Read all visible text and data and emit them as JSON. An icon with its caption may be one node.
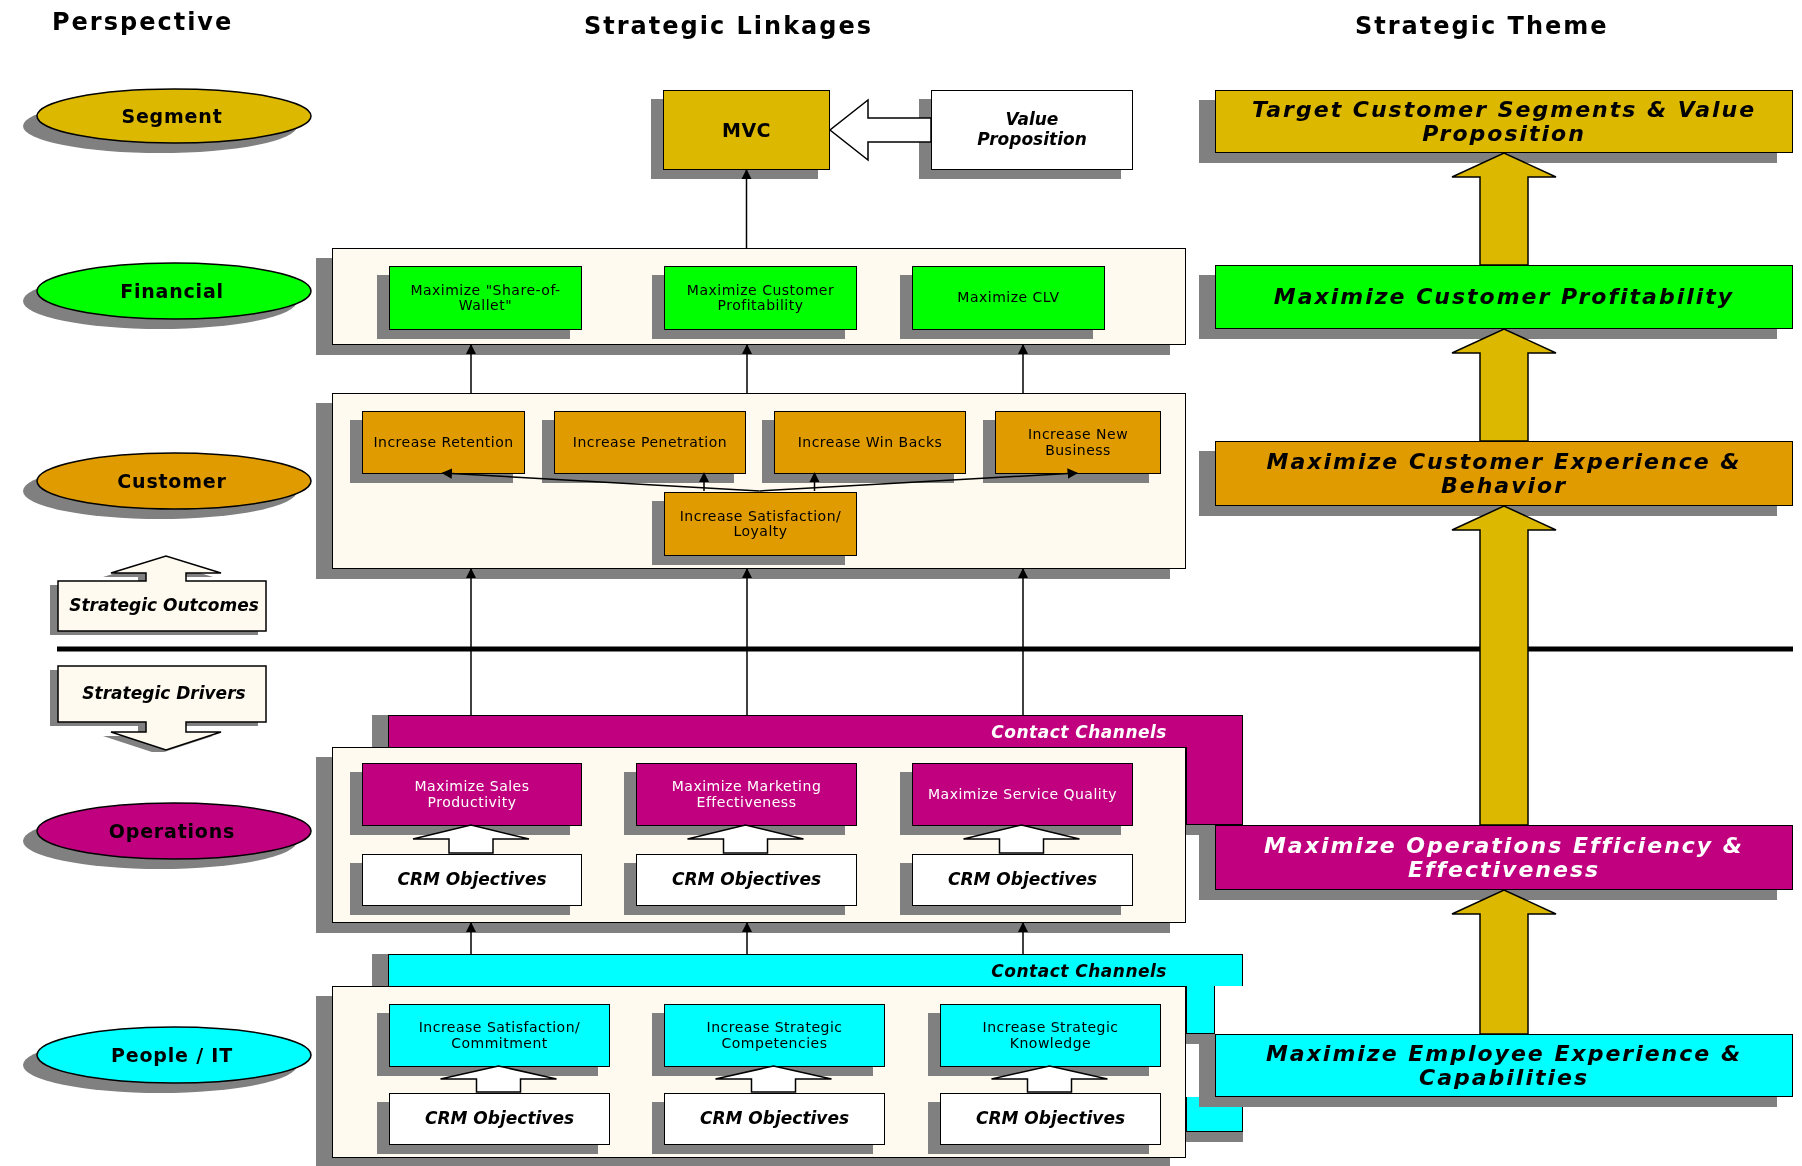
{
  "diagram": {
    "nodes": [
      {
        "text": [
          "Segment"
        ]
      },
      {
        "text": [
          "MVC"
        ]
      },
      {
        "text": [
          "Value Proposition"
        ]
      },
      {
        "text": [
          "Target Customer Segments & Value Proposition"
        ]
      },
      {
        "text": [
          "Financial"
        ]
      },
      {
        "text": [],
        "shape": "box"
      },
      {
        "text": [
          "Maximize \"Share-of-Wallet\""
        ],
        "in": 5
      },
      {
        "text": [
          "Maximize Customer Profitability"
        ],
        "in": 5
      },
      {
        "text": [
          "Maximize CLV"
        ],
        "in": 5
      },
      {
        "text": [
          "Maximize Customer Profitability"
        ]
      },
      {
        "text": [
          "Customer"
        ]
      },
      {
        "text": [],
        "shape": "box"
      },
      {
        "text": [
          "Increase Retention"
        ],
        "in": 11
      },
      {
        "text": [
          "Increase Penetration"
        ],
        "in": 11
      },
      {
        "text": [
          "Increase Win Backs"
        ],
        "in": 11
      },
      {
        "text": [
          "Increase New Business"
        ],
        "in": 11
      },
      {
        "text": [
          "Increase Satisfaction/ Loyalty"
        ],
        "in": 11
      },
      {
        "text": [
          "Maximize Customer Experience & Behavior"
        ]
      },
      {
        "text": [
          "Strategic Outcomes"
        ]
      },
      {
        "text": [
          "Strategic Drivers"
        ]
      },
      {
        "text": [
          "Operations"
        ]
      },
      {
        "text": [
          "Contact Channels"
        ]
      },
      {
        "text": [],
        "shape": "box"
      },
      {
        "text": [
          "Maximize Sales Productivity"
        ],
        "in": 22
      },
      {
        "text": [
          "Maximize Marketing Effectiveness"
        ],
        "in": 22
      },
      {
        "text": [
          "Maximize Service Quality"
        ],
        "in": 22
      },
      {
        "text": [
          "CRM Objectives"
        ],
        "in": 22
      },
      {
        "text": [
          "CRM Objectives"
        ],
        "in": 22
      },
      {
        "text": [
          "CRM Objectives"
        ],
        "in": 22
      },
      {
        "text": [
          "Maximize Operations Efficiency & Effectiveness"
        ]
      },
      {
        "text": [
          "People / IT"
        ]
      },
      {
        "text": [
          "Contact Channels"
        ]
      },
      {
        "text": [],
        "shape": "box"
      },
      {
        "text": [
          "Increase Satisfaction/ Commitment"
        ],
        "in": 32
      },
      {
        "text": [
          "Increase Strategic Competencies"
        ],
        "in": 32
      },
      {
        "text": [
          "Increase Strategic Knowledge"
        ],
        "in": 32
      },
      {
        "text": [
          "CRM Objectives"
        ],
        "in": 32
      },
      {
        "text": [
          "CRM Objectives"
        ],
        "in": 32
      },
      {
        "text": [
          "CRM Objectives"
        ],
        "in": 32
      },
      {
        "text": [
          "Maximize Employee Experience & Capabilities"
        ]
      }
    ],
    "edges": [
      {
        "from": 2,
        "to": 1,
        "arrow": "to",
        "style": "thick",
        "color": "#ffffff"
      },
      {
        "from": 5,
        "to": 1,
        "arrow": "to"
      },
      {
        "from": 11,
        "to": 5,
        "arrow": "to"
      },
      {
        "from": 11,
        "to": 5,
        "arrow": "to"
      },
      {
        "from": 11,
        "to": 5,
        "arrow": "to"
      },
      {
        "from": 16,
        "to": 12,
        "arrow": "to"
      },
      {
        "from": 16,
        "to": 13,
        "arrow": "to"
      },
      {
        "from": 16,
        "to": 14,
        "arrow": "to"
      },
      {
        "from": 16,
        "to": 15,
        "arrow": "to"
      },
      {
        "from": 21,
        "to": 11,
        "arrow": "to"
      },
      {
        "from": 21,
        "to": 11,
        "arrow": "to"
      },
      {
        "from": 21,
        "to": 11,
        "arrow": "to"
      },
      {
        "from": 26,
        "to": 23,
        "arrow": "to",
        "style": "thick",
        "color": "#ffffff"
      },
      {
        "from": 27,
        "to": 24,
        "arrow": "to",
        "style": "thick",
        "color": "#ffffff"
      },
      {
        "from": 28,
        "to": 25,
        "arrow": "to",
        "style": "thick",
        "color": "#ffffff"
      },
      {
        "from": 31,
        "to": 22,
        "arrow": "to"
      },
      {
        "from": 31,
        "to": 22,
        "arrow": "to"
      },
      {
        "from": 31,
        "to": 22,
        "arrow": "to"
      },
      {
        "from": 36,
        "to": 33,
        "arrow": "to",
        "style": "thick",
        "color": "#ffffff"
      },
      {
        "from": 37,
        "to": 34,
        "arrow": "to",
        "style": "thick",
        "color": "#ffffff"
      },
      {
        "from": 38,
        "to": 35,
        "arrow": "to",
        "style": "thick",
        "color": "#ffffff"
      },
      {
        "from": 9,
        "to": 3,
        "arrow": "to",
        "style": "thick",
        "color": "#dcb800"
      },
      {
        "from": 17,
        "to": 9,
        "arrow": "to",
        "style": "thick",
        "color": "#dcb800"
      },
      {
        "from": 29,
        "to": 17,
        "arrow": "to",
        "style": "thick",
        "color": "#dcb800"
      },
      {
        "from": 39,
        "to": 29,
        "arrow": "to",
        "style": "thick",
        "color": "#dcb800"
      }
    ],
    "labels": [
      "Perspective",
      "Strategic Linkages",
      "Strategic Theme"
    ]
  }
}
